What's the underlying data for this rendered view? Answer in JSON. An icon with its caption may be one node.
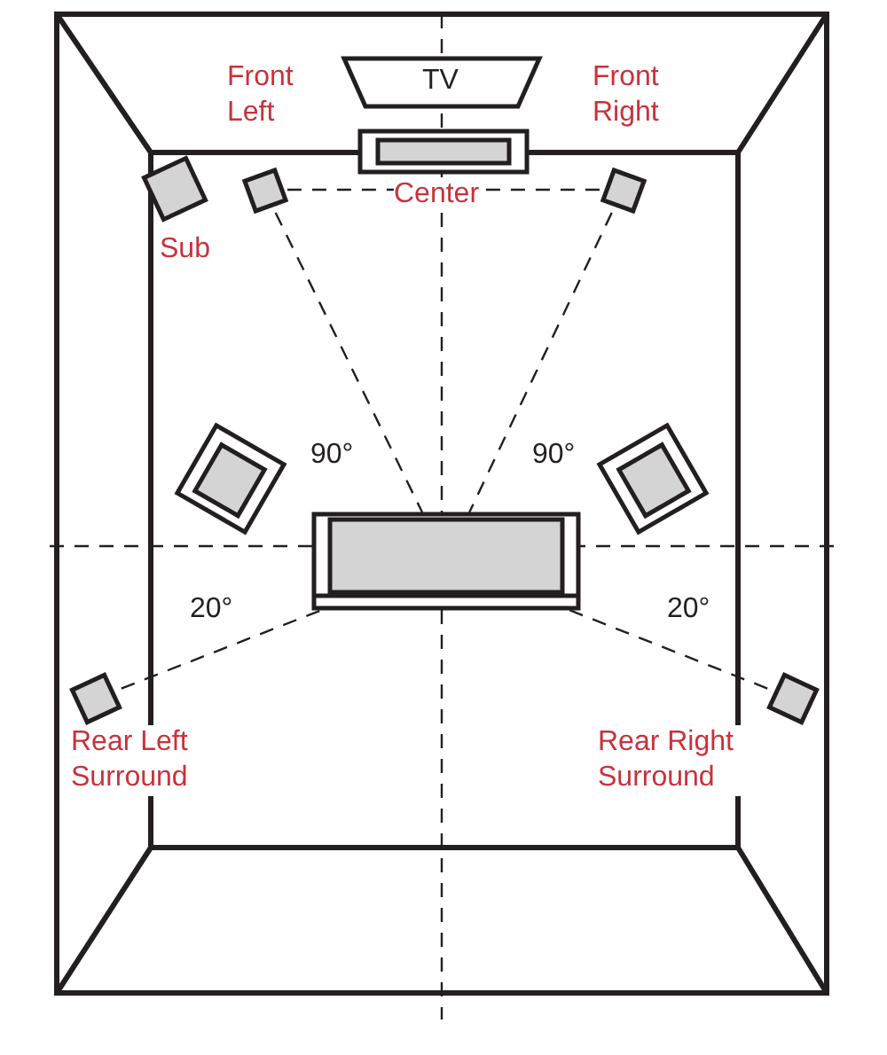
{
  "diagram": {
    "nodes": [
      {
        "text": [
          "TV"
        ]
      },
      {
        "text": [
          "Front Left"
        ]
      },
      {
        "text": [
          "Center"
        ]
      },
      {
        "text": [
          "Front Right"
        ]
      },
      {
        "text": [
          "Sub"
        ]
      },
      {
        "text": [],
        "shape": "sofa"
      },
      {
        "text": [
          "Rear Left Surround"
        ]
      },
      {
        "text": [
          "Rear Right Surround"
        ]
      }
    ],
    "edges": [
      {
        "from": 1,
        "to": 3,
        "arrow": "none",
        "style": "dashed"
      },
      {
        "from": 1,
        "to": 5,
        "arrow": "none",
        "style": "dashed"
      },
      {
        "from": 3,
        "to": 5,
        "arrow": "none",
        "style": "dashed"
      },
      {
        "from": 6,
        "to": 5,
        "arrow": "none",
        "style": "dashed"
      },
      {
        "from": 7,
        "to": 5,
        "arrow": "none",
        "style": "dashed"
      }
    ],
    "labels": [
      "90°",
      "90°",
      "20°",
      "20°"
    ]
  }
}
